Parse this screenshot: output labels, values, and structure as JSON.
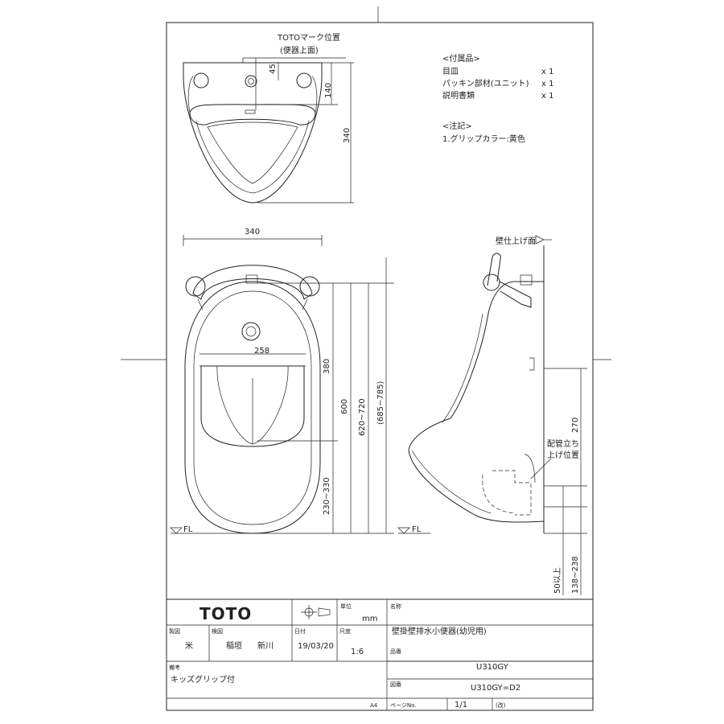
{
  "drawing": {
    "top_view": {
      "mark_label_1": "TOTOマーク位置",
      "mark_label_2": "(便器上面)",
      "dim_45": "45",
      "dim_140": "140",
      "dim_340": "340"
    },
    "front_view": {
      "dim_width": "340",
      "dim_258": "258",
      "dim_380": "380",
      "dim_600": "600",
      "dim_620_720": "620~720",
      "dim_685_785": "(685~785)",
      "dim_230_330": "230~330",
      "fl_left": "FL",
      "fl_right": "FL"
    },
    "side_view": {
      "wall_label": "壁仕上げ面",
      "pipe_label_1": "配管立ち",
      "pipe_label_2": "上げ位置",
      "dim_270": "270",
      "dim_50": "50以上",
      "dim_138_238": "138~238"
    },
    "notes": {
      "accessories_heading": "<付属品>",
      "accessories": [
        {
          "name": "目皿",
          "qty": "x 1"
        },
        {
          "name": "パッキン部材(ユニット)",
          "qty": "x 1"
        },
        {
          "name": "説明書類",
          "qty": "x 1"
        }
      ],
      "remarks_heading": "<注記>",
      "remark_1": "1.グリップカラー:黄色"
    }
  },
  "title_block": {
    "brand": "TOTO",
    "unit_label": "単位",
    "unit_value": "mm",
    "name_label": "名称",
    "name_value": "壁掛壁排水小便器(幼児用)",
    "made_label": "製図",
    "made_value": "米",
    "checked_label": "検図",
    "checked_value_1": "稲垣",
    "checked_value_2": "新川",
    "date_label": "日付",
    "date_value": "19/03/20",
    "scale_label": "尺度",
    "scale_value": "1:6",
    "part_label": "品番",
    "part_value": "U310GY",
    "note_label": "備考",
    "note_value": "キッズグリップ付",
    "drawing_no_label": "図番",
    "drawing_no_value": "U310GY=D2",
    "paper_size": "A4",
    "page_label": "ページNo.",
    "page_value": "1/1",
    "revision": "(改)"
  }
}
